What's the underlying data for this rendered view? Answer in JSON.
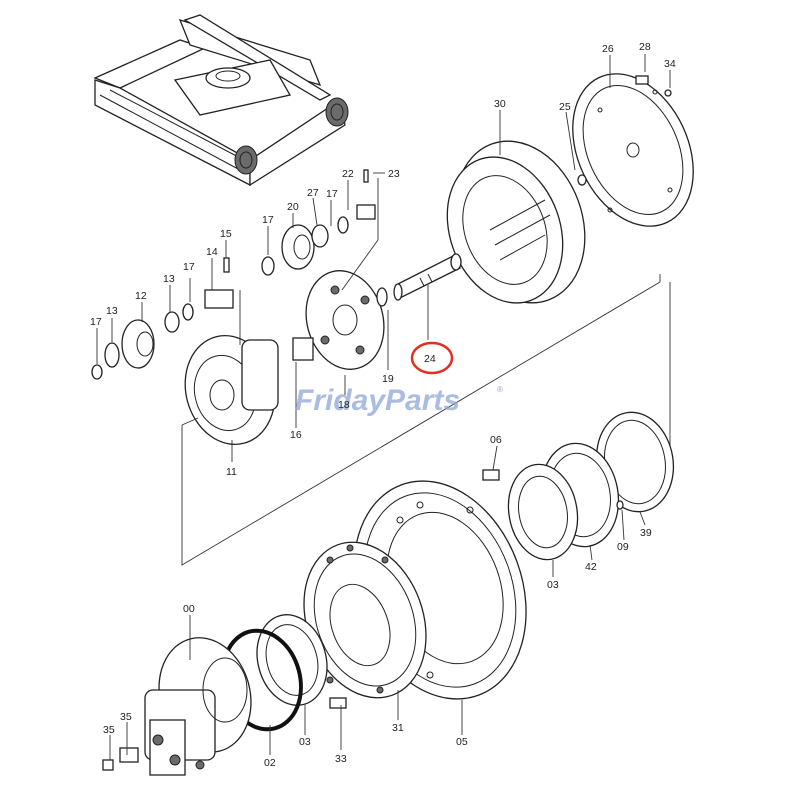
{
  "watermark": {
    "text": "FridayParts",
    "registered_mark": "®",
    "color": "#8ea6d8",
    "accent_color": "#f0a92c"
  },
  "highlight": {
    "callout": "24",
    "ring_color": "#e03020"
  },
  "callouts": [
    "26",
    "28",
    "34",
    "30",
    "25",
    "22",
    "23",
    "17",
    "27",
    "20",
    "17",
    "15",
    "14",
    "17",
    "13",
    "12",
    "13",
    "17",
    "18",
    "19",
    "16",
    "11",
    "24",
    "06",
    "09",
    "39",
    "42",
    "03",
    "00",
    "35",
    "35",
    "31",
    "05",
    "33",
    "03",
    "02"
  ]
}
